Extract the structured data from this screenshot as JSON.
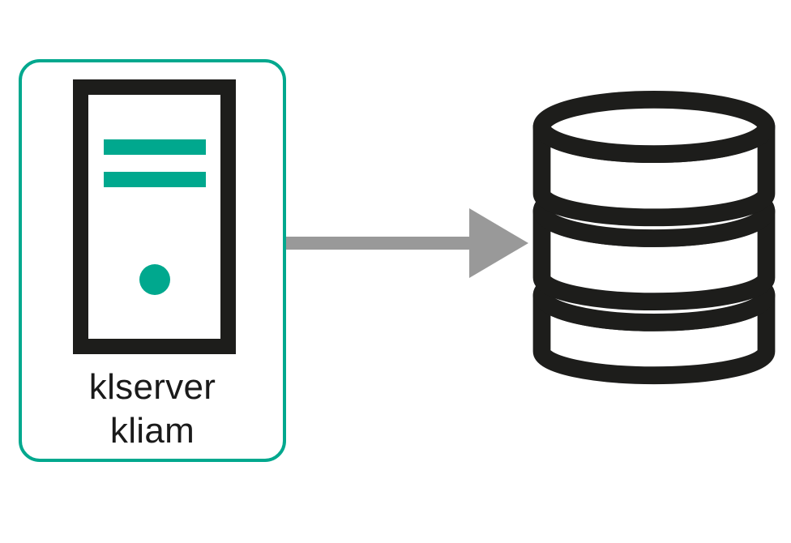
{
  "diagram": {
    "nodes": {
      "server": {
        "icon": "server-tower-icon",
        "label_line1": "klserver",
        "label_line2": "kliam"
      },
      "database": {
        "icon": "database-icon"
      }
    },
    "connector": {
      "type": "arrow",
      "direction": "right",
      "from": "server",
      "to": "database"
    },
    "colors": {
      "accent_teal": "#00a88e",
      "icon_black": "#1d1d1b",
      "arrow_gray": "#999999",
      "background": "#ffffff",
      "text": "#1a1a1a"
    }
  }
}
